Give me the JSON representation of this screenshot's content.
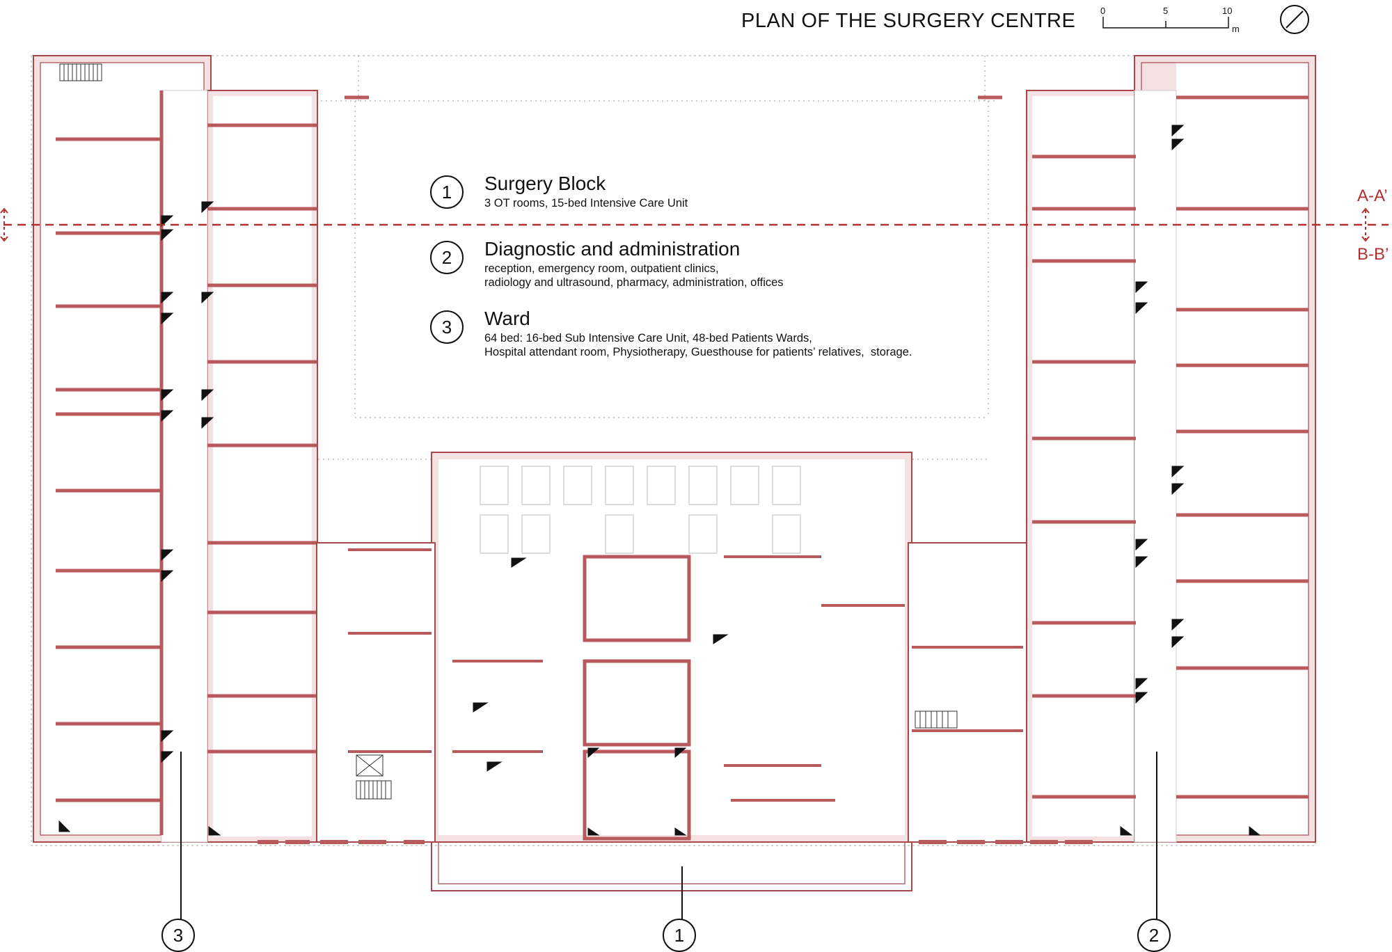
{
  "title": "PLAN OF THE SURGERY CENTRE",
  "scale": {
    "ticks": [
      "0",
      "5",
      "10"
    ],
    "unit": "m"
  },
  "legend": [
    {
      "number": "1",
      "title": "Surgery Block",
      "description": "3 OT rooms, 15-bed Intensive Care Unit"
    },
    {
      "number": "2",
      "title": "Diagnostic and administration",
      "description": "reception, emergency room, outpatient clinics,\nradiology and ultrasound, pharmacy, administration, offices"
    },
    {
      "number": "3",
      "title": "Ward",
      "description": "64 bed: 16-bed Sub Intensive Care Unit, 48-bed Patients Wards,\nHospital attendant room, Physiotherapy, Guesthouse for patients’ relatives,  storage."
    }
  ],
  "section_lines": {
    "top": "A-A’",
    "bottom": "B-B’"
  },
  "callouts": {
    "ward": "3",
    "surgery": "1",
    "diagnostic": "2"
  },
  "colors": {
    "wall": "#a8474a",
    "wall_fill": "#f2dede",
    "section_line": "#b03030",
    "ink": "#111111"
  }
}
